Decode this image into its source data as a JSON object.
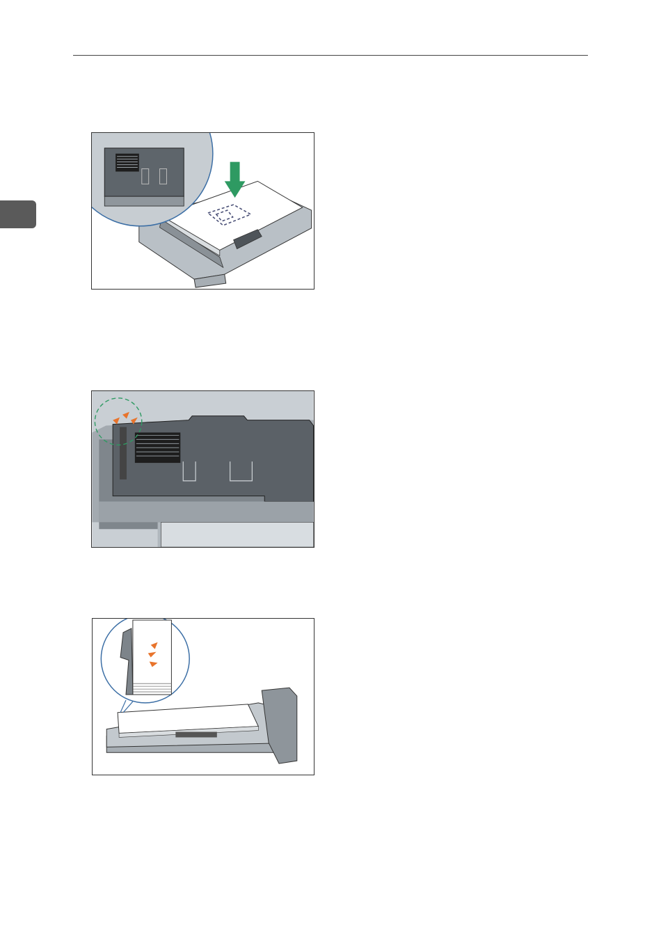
{
  "page": {
    "chapter_tab": {
      "color": "#5a5a5a"
    },
    "figures": [
      {
        "description_name": "load-paper-into-tray",
        "accent_arrow_color": "#2e9a62"
      },
      {
        "description_name": "paper-limit-mark-closeup",
        "accent_arrow_color": "#e8742c"
      },
      {
        "description_name": "paper-stack-height-check",
        "accent_arrow_color": "#e8742c"
      }
    ]
  }
}
